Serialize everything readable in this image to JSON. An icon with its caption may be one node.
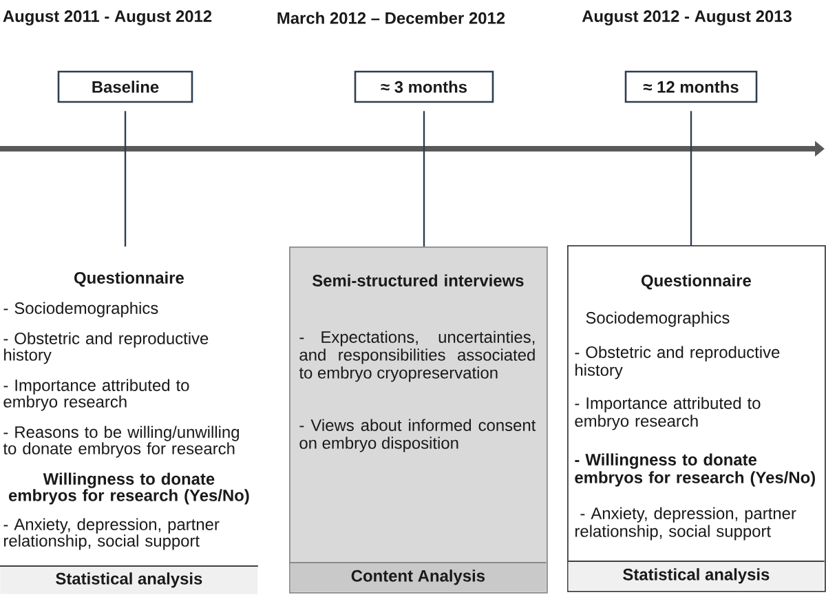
{
  "diagram": {
    "nodes": [
      {
        "text": [
          "Baseline"
        ],
        "beside": [
          "August 2011 - August 2012"
        ]
      },
      {
        "text": [
          "≈ 3 months"
        ],
        "beside": [
          "March 2012 – December 2012"
        ]
      },
      {
        "text": [
          "≈ 12 months"
        ],
        "beside": [
          "August 2012 - August 2013"
        ]
      },
      {
        "text": [
          "Questionnaire",
          "- Sociodemographics",
          "- Obstetric and reproductive history",
          "- Importance attributed to embryo research",
          "- Reasons to be willing/unwilling to donate embryos for research",
          "Willingness to donate embryos for research (Yes/No)",
          "- Anxiety, depression, partner relationship, social support"
        ]
      },
      {
        "text": [
          "Statistical analysis"
        ]
      },
      {
        "text": [
          "Semi-structured interviews",
          "- Expectations, uncertainties, and responsibilities associated to embryo cryopreservation",
          "- Views about informed consent on embryo disposition"
        ]
      },
      {
        "text": [
          "Content Analysis"
        ],
        "in": 5
      },
      {
        "text": [
          "Questionnaire",
          "Sociodemographics",
          "- Obstetric and reproductive history",
          "- Importance attributed to embryo research",
          "- Willingness to donate embryos for research (Yes/No)",
          "- Anxiety, depression, partner relationship, social support"
        ]
      },
      {
        "text": [
          "Statistical analysis"
        ],
        "in": 7
      }
    ],
    "edges": [
      {
        "from": 0,
        "to": 3,
        "arrow": "none"
      },
      {
        "from": 1,
        "to": 5,
        "arrow": "none"
      },
      {
        "from": 2,
        "to": 7,
        "arrow": "none"
      }
    ]
  }
}
